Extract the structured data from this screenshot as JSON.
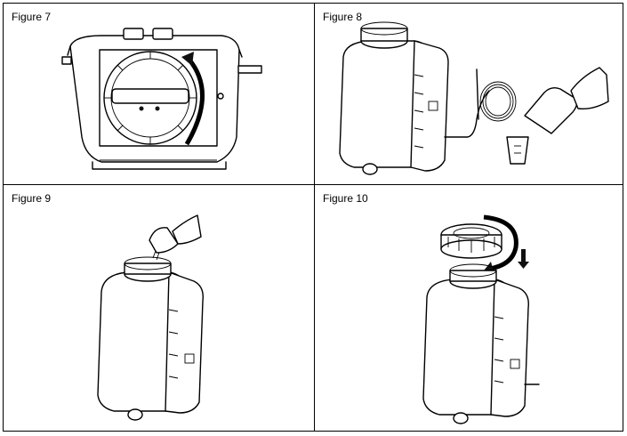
{
  "figures": [
    {
      "caption": "Figure 7"
    },
    {
      "caption": "Figure 8"
    },
    {
      "caption": "Figure 9"
    },
    {
      "caption": "Figure 10"
    }
  ]
}
